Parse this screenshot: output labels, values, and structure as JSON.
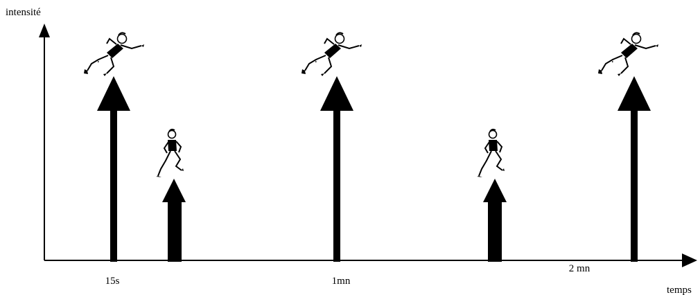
{
  "axes": {
    "y_label": "intensité",
    "x_label": "temps"
  },
  "time_labels": [
    "15s",
    "1mn",
    "2 mn"
  ],
  "intervals": [
    {
      "kind": "sprint",
      "intensity": "high",
      "figure": "sprinter-icon"
    },
    {
      "kind": "jog",
      "intensity": "low",
      "figure": "jogger-icon"
    },
    {
      "kind": "sprint",
      "intensity": "high",
      "figure": "sprinter-icon"
    },
    {
      "kind": "jog",
      "intensity": "low",
      "figure": "jogger-icon"
    },
    {
      "kind": "sprint",
      "intensity": "high",
      "figure": "sprinter-icon"
    }
  ],
  "colors": {
    "ink": "#000000",
    "background": "#ffffff"
  }
}
